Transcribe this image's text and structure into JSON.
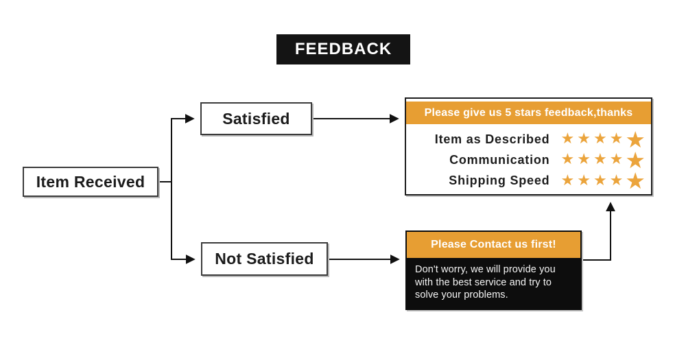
{
  "title": "FEEDBACK",
  "flow": {
    "root_label": "Item Received",
    "satisfied_label": "Satisfied",
    "not_satisfied_label": "Not Satisfied"
  },
  "feedback_box": {
    "header": "Please give us 5 stars feedback,thanks",
    "rows": [
      {
        "label": "Item as Described",
        "stars": 5
      },
      {
        "label": "Communication",
        "stars": 5
      },
      {
        "label": "Shipping Speed",
        "stars": 5
      }
    ],
    "star_glyph": "★"
  },
  "contact_box": {
    "header": "Please Contact us first!",
    "body": "Don't worry, we will provide you with the best service and try to solve your problems."
  },
  "colors": {
    "accent_orange": "#E79E33",
    "star_orange": "#EBA43C",
    "box_black": "#0d0d0d"
  }
}
